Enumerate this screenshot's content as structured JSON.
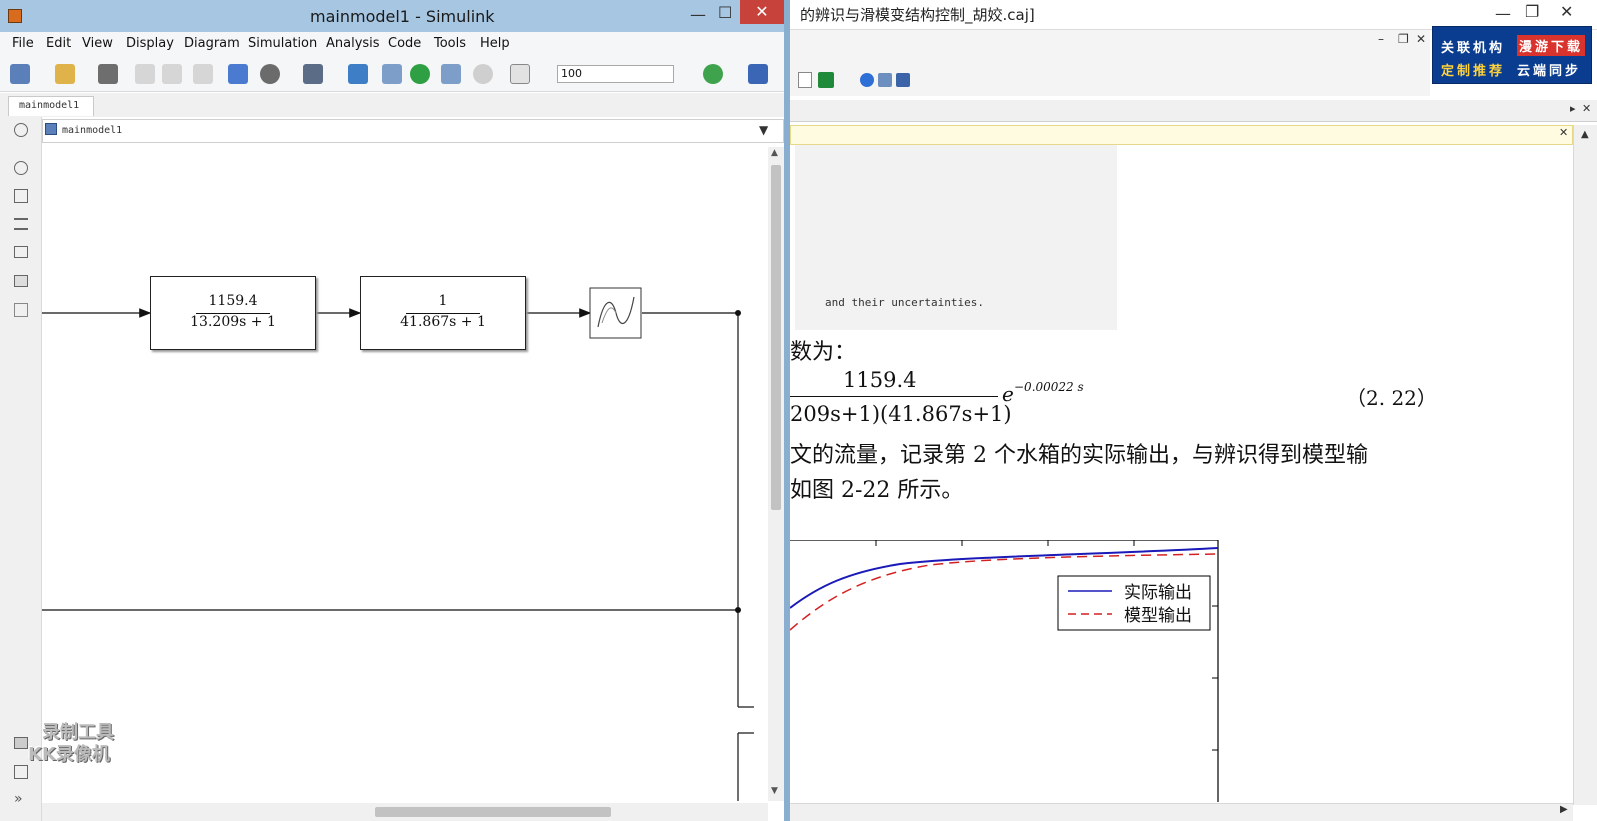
{
  "caj": {
    "title": "的辨识与滑模变结构控制_胡姣.caj]",
    "ad_line1_a": "关联机构",
    "ad_line1_b": "漫游下载",
    "ad_line2_a": "定制推荐",
    "ad_line2_b": "云端同步",
    "caption": "and their uncertainties.",
    "text_line1": "数为：",
    "fraction_numerator": "1159.4",
    "fraction_denominator": "209s+1)(41.867s+1)",
    "exponent": "−0.00022 s",
    "equation_number": "（2. 22）",
    "text_line2": "文的流量，记录第 2 个水箱的实际输出，与辨识得到模型输",
    "text_line3": "如图 2-22 所示。",
    "legend": {
      "actual": "实际输出",
      "model": "模型输出"
    }
  },
  "simulink": {
    "title": "mainmodel1 - Simulink",
    "menu": [
      "File",
      "Edit",
      "View",
      "Display",
      "Diagram",
      "Simulation",
      "Analysis",
      "Code",
      "Tools",
      "Help"
    ],
    "stop_time": "100",
    "tab_label": "mainmodel1",
    "address": "mainmodel1",
    "block1": {
      "numerator": "1159.4",
      "denominator": "13.209s + 1"
    },
    "block2": {
      "numerator": "1",
      "denominator": "41.867s + 1"
    },
    "watermark_line1": "录制工具",
    "watermark_line2": "KK录像机"
  }
}
